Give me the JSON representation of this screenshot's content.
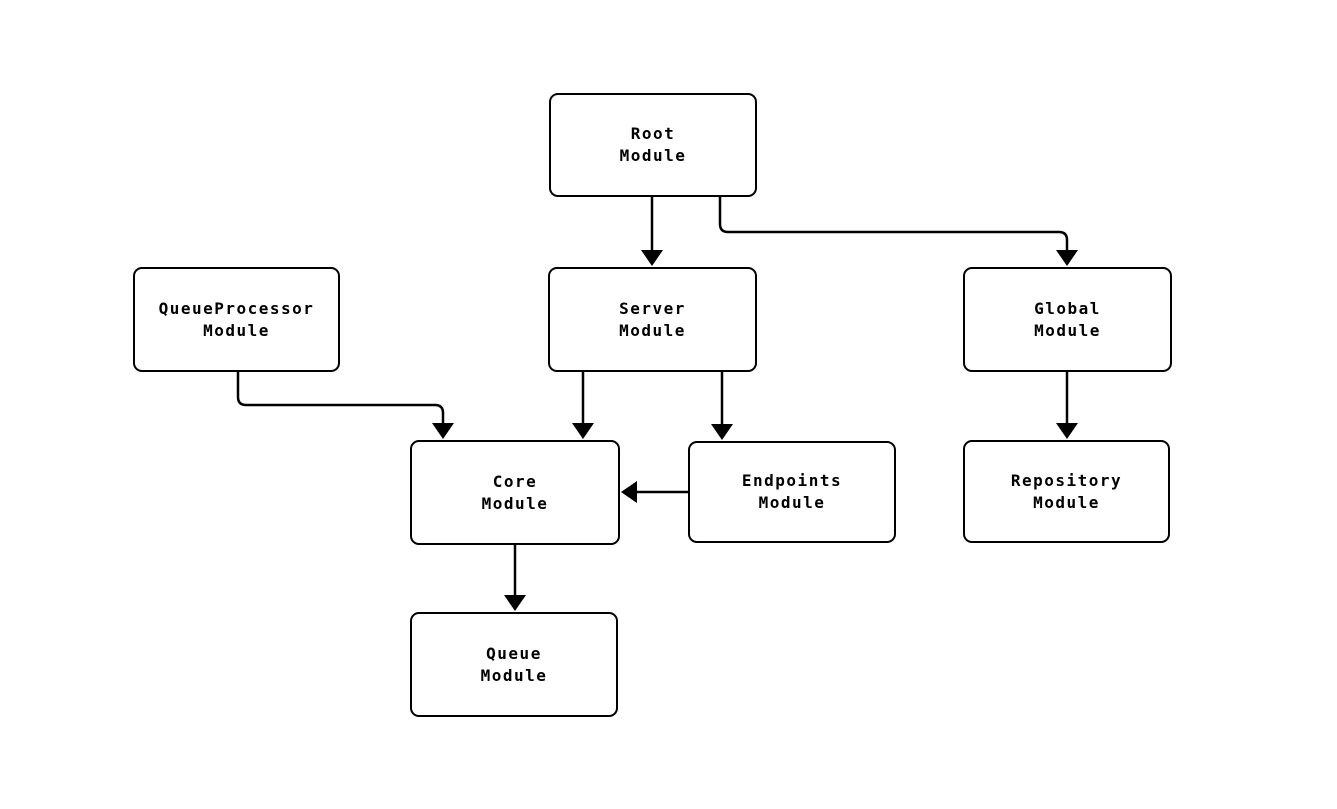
{
  "diagram": {
    "type": "flowchart",
    "orientation": "top-down",
    "background": "#ffffff",
    "colors": {
      "node_border": "#000000",
      "node_fill": "#ffffff",
      "edge": "#000000",
      "text": "#000000"
    },
    "nodes": [
      {
        "id": "root",
        "line1": "Root",
        "line2": "Module"
      },
      {
        "id": "queueprocessor",
        "line1": "QueueProcessor",
        "line2": "Module"
      },
      {
        "id": "server",
        "line1": "Server",
        "line2": "Module"
      },
      {
        "id": "global",
        "line1": "Global",
        "line2": "Module"
      },
      {
        "id": "core",
        "line1": "Core",
        "line2": "Module"
      },
      {
        "id": "endpoints",
        "line1": "Endpoints",
        "line2": "Module"
      },
      {
        "id": "repository",
        "line1": "Repository",
        "line2": "Module"
      },
      {
        "id": "queue",
        "line1": "Queue",
        "line2": "Module"
      }
    ],
    "edges": [
      {
        "from": "Root Module",
        "to": "Server Module",
        "style": "arrow"
      },
      {
        "from": "Root Module",
        "to": "Global Module",
        "style": "arrow"
      },
      {
        "from": "QueueProcessor Module",
        "to": "Core Module",
        "style": "arrow"
      },
      {
        "from": "Server Module",
        "to": "Core Module",
        "style": "arrow"
      },
      {
        "from": "Server Module",
        "to": "Endpoints Module",
        "style": "arrow"
      },
      {
        "from": "Endpoints Module",
        "to": "Core Module",
        "style": "arrow"
      },
      {
        "from": "Global Module",
        "to": "Repository Module",
        "style": "arrow"
      },
      {
        "from": "Core Module",
        "to": "Queue Module",
        "style": "arrow"
      }
    ]
  }
}
